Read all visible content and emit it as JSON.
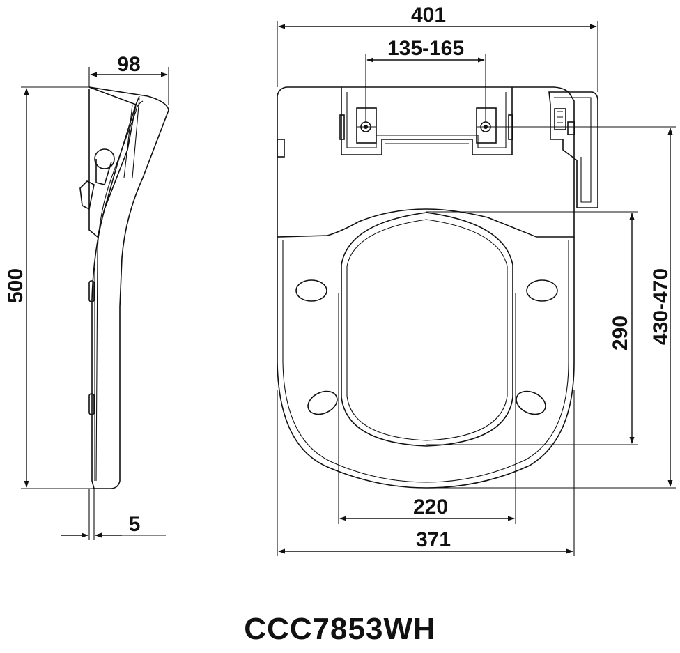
{
  "model": "CCC7853WH",
  "colors": {
    "line": "#111111",
    "background": "#ffffff"
  },
  "dimensions": {
    "side_depth": "98",
    "side_height": "500",
    "side_gap": "5",
    "overall_width": "401",
    "hinge_spacing": "135-165",
    "fixing_range": "430-470",
    "opening_length": "290",
    "opening_width": "220",
    "seat_width": "371"
  }
}
